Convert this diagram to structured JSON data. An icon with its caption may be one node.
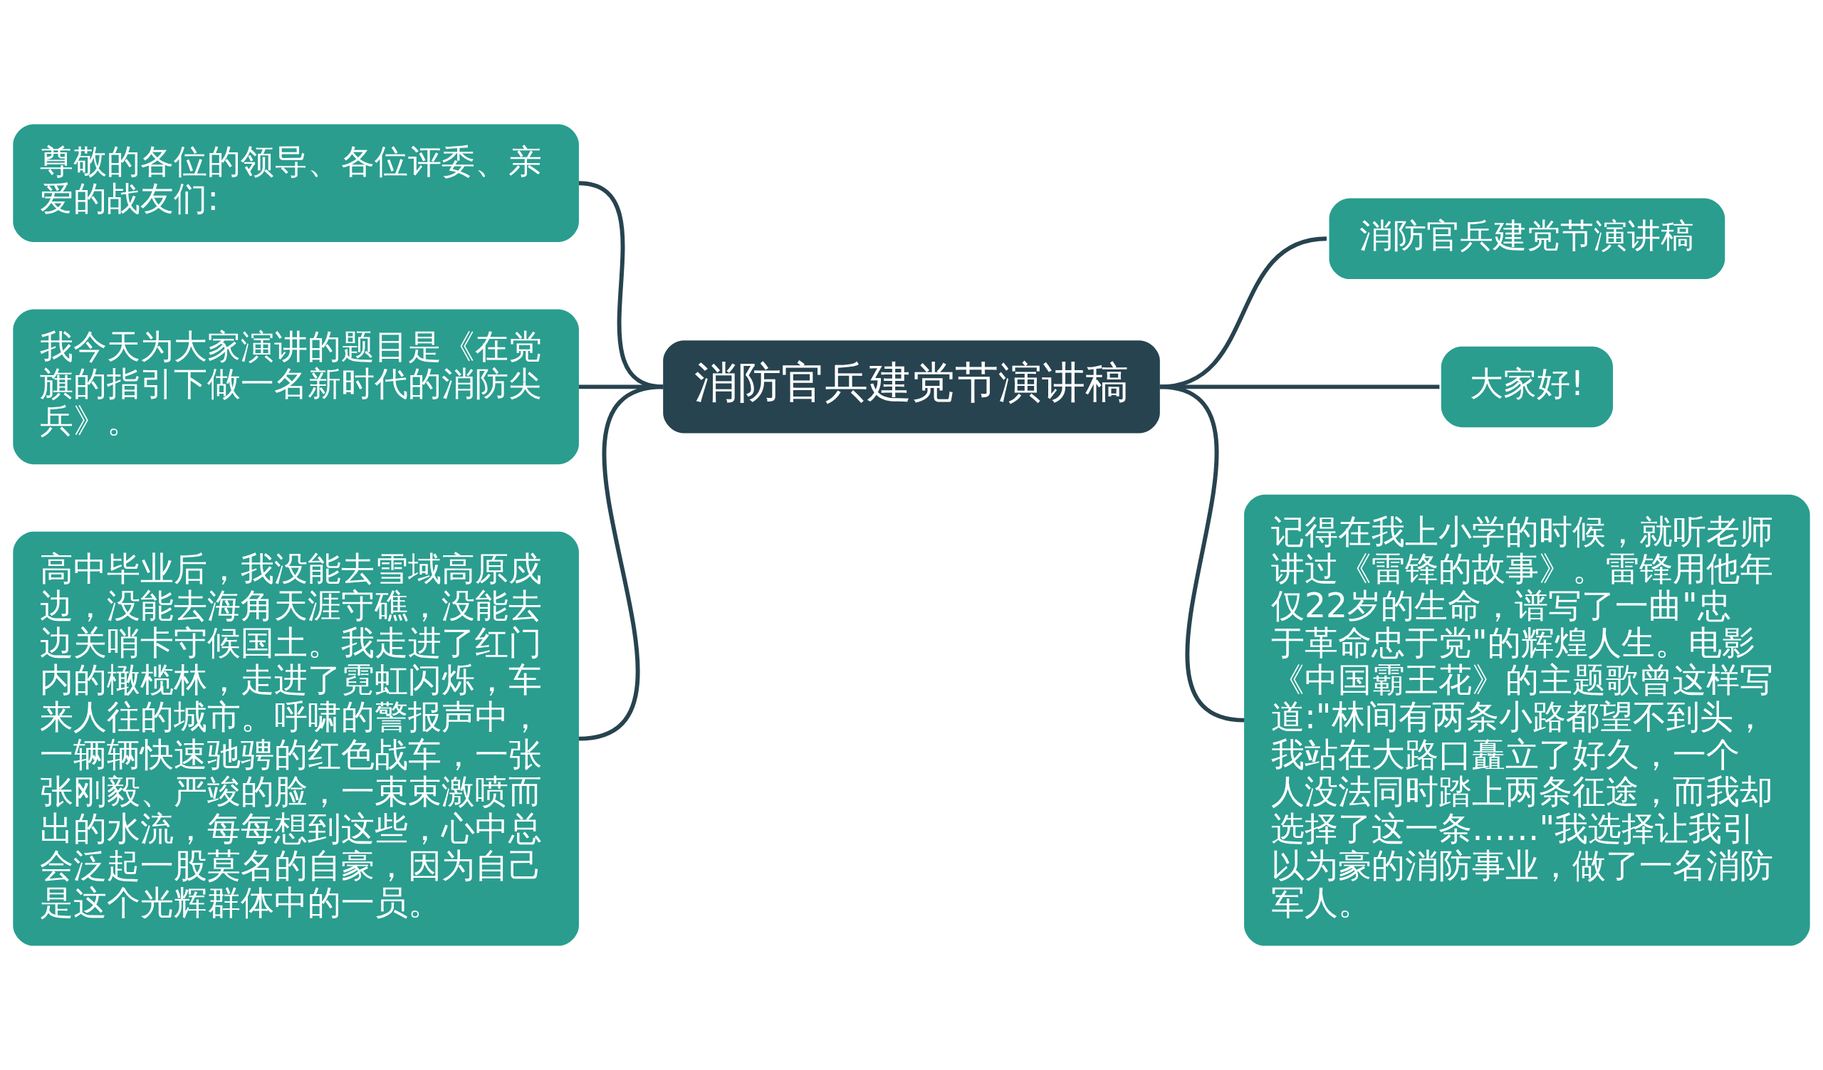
{
  "diagram": {
    "nodes": [
      {
        "text": [
          "消防官兵建党节演讲稿"
        ]
      },
      {
        "text": [
          "尊敬的各位的领导、各位评委、亲爱的战友们:"
        ]
      },
      {
        "text": [
          "我今天为大家演讲的题目是《在党旗的指引下做一名新时代的消防尖兵》。"
        ]
      },
      {
        "text": [
          "高中毕业后，我没能去雪域高原戍边，没能去海角天涯守礁，没能去边关哨卡守候国土。我走进了红门内的橄榄林，走进了霓虹闪烁，车来人往的城市。呼啸的警报声中，一辆辆快速驰骋的红色战车，一张张刚毅、严竣的脸，一束束激喷而出的水流，每每想到这些，心中总会泛起一股莫名的自豪，因为自己是这个光辉群体中的一员。"
        ]
      },
      {
        "text": [
          "消防官兵建党节演讲稿"
        ]
      },
      {
        "text": [
          "大家好!"
        ]
      },
      {
        "text": [
          "记得在我上小学的时候，就听老师讲过《雷锋的故事》。雷锋用他年仅22岁的生命，谱写了一曲\"忠于革命忠于党\"的辉煌人生。电影《中国霸王花》的主题歌曾这样写道:\"林间有两条小路都望不到头，我站在大路口矗立了好久，一个人没法同时踏上两条征途，而我却选择了这一条……\"我选择让我引以为豪的消防事业，做了一名消防军人。"
        ]
      }
    ],
    "edges": [
      {
        "from": 0,
        "to": 1,
        "arrow": "none"
      },
      {
        "from": 0,
        "to": 2,
        "arrow": "none"
      },
      {
        "from": 0,
        "to": 3,
        "arrow": "none"
      },
      {
        "from": 0,
        "to": 4,
        "arrow": "none"
      },
      {
        "from": 0,
        "to": 5,
        "arrow": "none"
      },
      {
        "from": 0,
        "to": 6,
        "arrow": "none"
      }
    ]
  }
}
